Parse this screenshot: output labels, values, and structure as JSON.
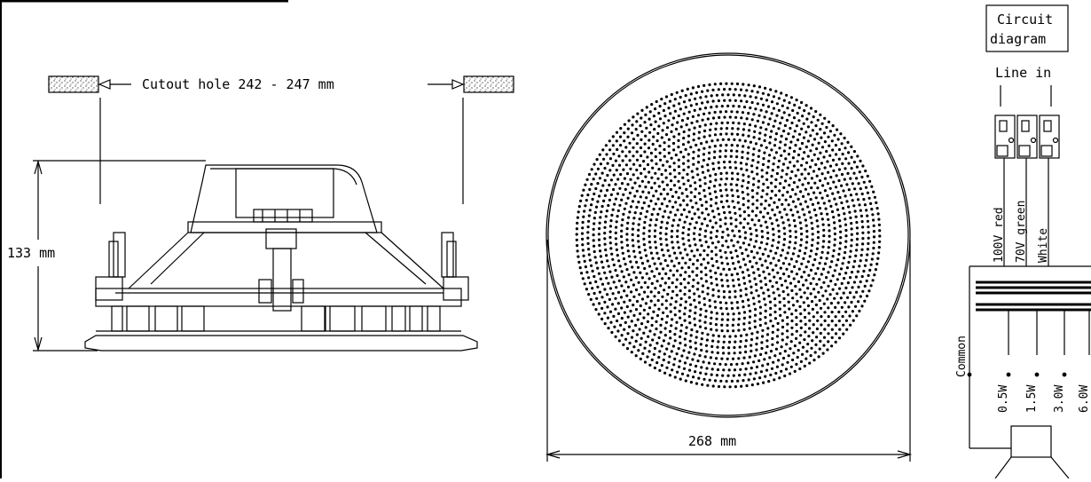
{
  "side_view": {
    "cutout_label": "Cutout hole  242 - 247 mm",
    "height_label": "133 mm"
  },
  "front_view": {
    "diameter_label": "268 mm"
  },
  "circuit": {
    "title_line1": "Circuit",
    "title_line2": "diagram",
    "line_in": "Line in",
    "wires": [
      "100V red",
      "70V green",
      "White"
    ],
    "taps": [
      "Common",
      "0.5W",
      "1.5W",
      "3.0W",
      "6.0W"
    ]
  }
}
